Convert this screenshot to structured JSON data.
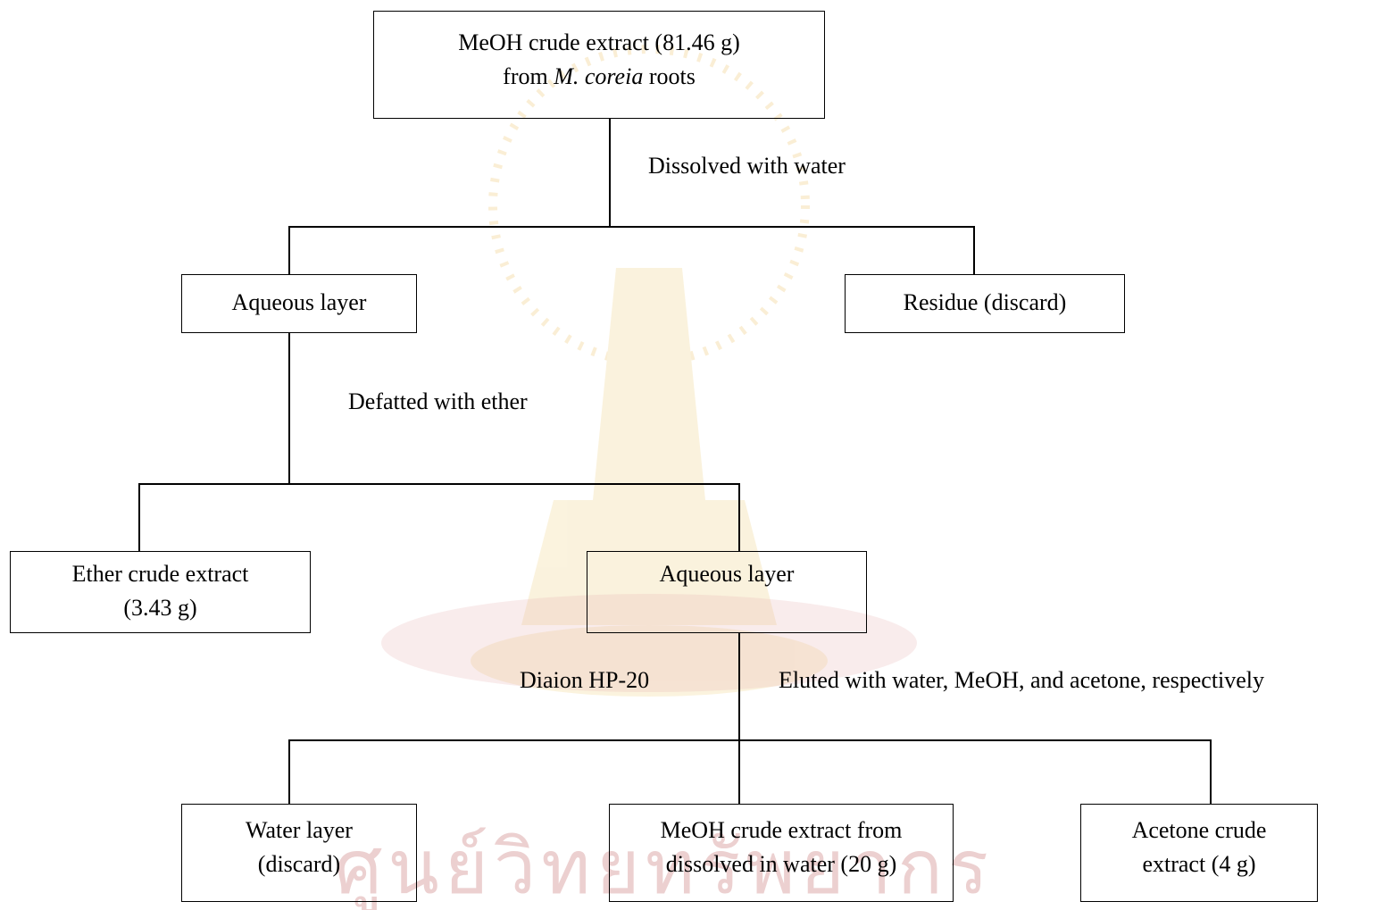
{
  "boxes": {
    "root": {
      "line1": "MeOH  crude extract (81.46 g)",
      "line2_prefix": "from ",
      "line2_italic": "M. coreia",
      "line2_suffix": " roots"
    },
    "aqueous1": {
      "line1": "Aqueous layer"
    },
    "residue": {
      "line1": "Residue (discard)"
    },
    "ether": {
      "line1": "Ether  crude extract",
      "line2": "(3.43 g)"
    },
    "aqueous2": {
      "line1": "Aqueous layer"
    },
    "water": {
      "line1": "Water layer",
      "line2": "(discard)"
    },
    "meoh2": {
      "line1": "MeOH crude extract from",
      "line2": "dissolved in water (20 g)"
    },
    "acetone": {
      "line1": "Acetone crude",
      "line2": "extract (4 g)"
    }
  },
  "steps": {
    "dissolve": "Dissolved with water",
    "defat": "Defatted with ether",
    "diaion": "Diaion HP-20",
    "elute": "Eluted with water, MeOH, and acetone, respectively"
  },
  "watermark": {
    "text": "ศูนย์วิทยทรัพยากร",
    "color": "#d9a6a6",
    "emblem_color": "#f3dca0"
  }
}
